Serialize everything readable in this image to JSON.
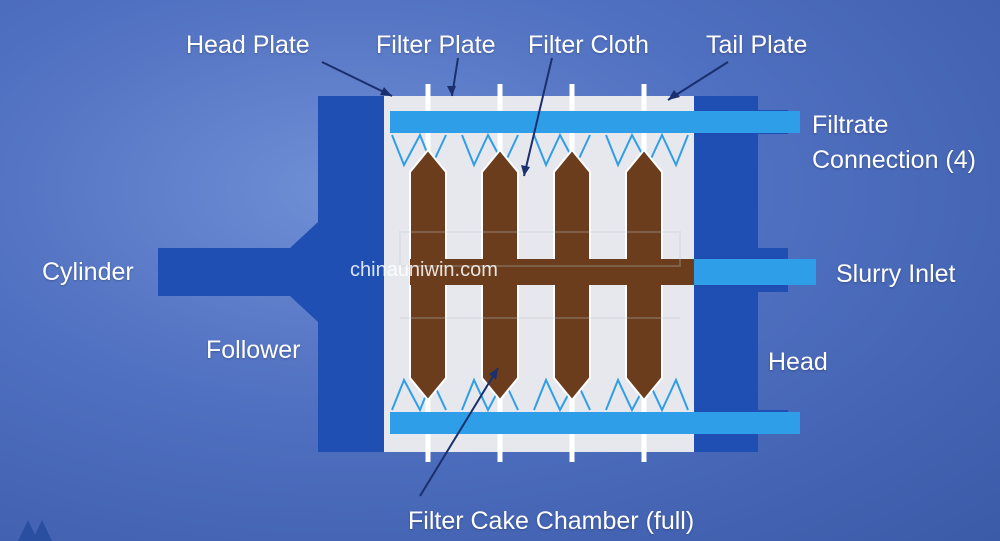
{
  "labels": {
    "head_plate": "Head  Plate",
    "filter_plate": "Filter Plate",
    "filter_cloth": "Filter Cloth",
    "tail_plate": "Tail  Plate",
    "filtrate_line1": "Filtrate",
    "filtrate_line2": "Connection (4)",
    "cylinder": "Cylinder",
    "slurry_inlet": "Slurry Inlet",
    "follower": "Follower",
    "head": "Head",
    "filter_cake_chamber": "Filter Cake Chamber (full)"
  },
  "watermark": "chinauniwin.com",
  "colors": {
    "background": "#4f6fc0",
    "frame_blue": "#1e4fb0",
    "pipe_blue": "#2a9be8",
    "plate_fill": "#e4e7ec",
    "cake_brown": "#6b3d1d"
  }
}
